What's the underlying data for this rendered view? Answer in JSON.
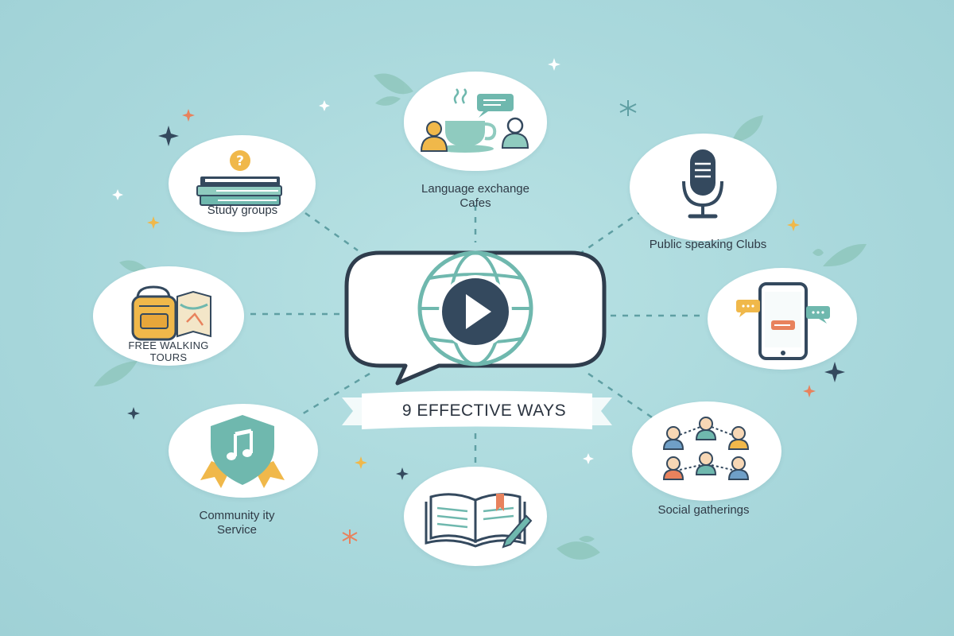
{
  "center": {
    "banner": "9 EFFECTIVE WAYS",
    "icon": "globe-play-icon"
  },
  "nodes": [
    {
      "id": "language-exchange-cafes",
      "label_line1": "Language exchange",
      "label_line2": "Cafes",
      "icon": "coffee-chat-icon"
    },
    {
      "id": "study-groups",
      "label_line1": "Study groups",
      "label_line2": "",
      "icon": "books-question-icon"
    },
    {
      "id": "public-speaking-clubs",
      "label_line1": "Public speaking Clubs",
      "label_line2": "",
      "icon": "microphone-icon"
    },
    {
      "id": "free-walking-tours",
      "label_line1": "FREE WALKING",
      "label_line2": "TOURS",
      "icon": "backpack-map-icon"
    },
    {
      "id": "mobile-apps",
      "label_line1": "",
      "label_line2": "",
      "icon": "phone-chat-icon"
    },
    {
      "id": "community-service",
      "label_line1": "Community ity",
      "label_line2": "Service",
      "icon": "music-shield-icon"
    },
    {
      "id": "social-gatherings",
      "label_line1": "Social gatherings",
      "label_line2": "",
      "icon": "people-network-icon"
    },
    {
      "id": "reading",
      "label_line1": "",
      "label_line2": "",
      "icon": "open-book-pen-icon"
    }
  ],
  "colors": {
    "background": "#a9d8dc",
    "teal": "#6fb8ae",
    "navy": "#34495e",
    "gold": "#f0b84a",
    "coral": "#e8825d",
    "connector": "#5f9fa3"
  }
}
